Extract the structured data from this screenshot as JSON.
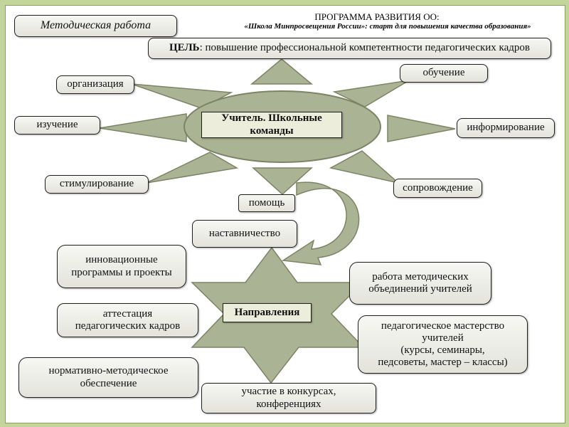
{
  "header": {
    "section": "Методическая работа",
    "program_title": "ПРОГРАММА  РАЗВИТИЯ  ОО:",
    "program_subtitle": "«Школа Минпросвещения России»: старт для повышения качества образования»"
  },
  "goal": {
    "label": "ЦЕЛЬ",
    "text": ": повышение профессиональной компетентности педагогических кадров"
  },
  "center": "Учитель. Школьные\nкоманды",
  "sun_rays": {
    "left": [
      "организация",
      "изучение",
      "стимулирование"
    ],
    "right": [
      "обучение",
      "информирование",
      "сопровождение"
    ],
    "bottom": "помощь"
  },
  "star": {
    "label": "Направления",
    "top": "наставничество",
    "left": [
      "инновационные\nпрограммы и проекты",
      "аттестация\nпедагогических кадров",
      "нормативно-методическое\nобеспечение"
    ],
    "right": [
      "работа методических\nобъединений учителей",
      "педагогическое мастерство\nучителей\n(курсы, семинары,\nпедсоветы, мастер – классы)"
    ],
    "bottom": "участие в конкурсах,\nконференциях"
  },
  "colors": {
    "frame": "#c3d59b",
    "shape_fill": "#aab393",
    "shape_stroke": "#7c8466",
    "center_fill": "#aab393",
    "label_fill": "#ecedda"
  }
}
